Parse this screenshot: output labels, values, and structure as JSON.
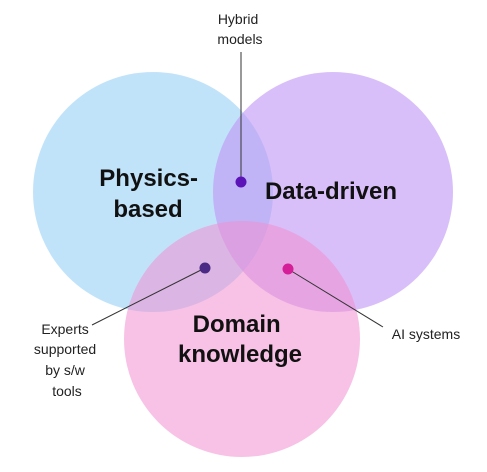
{
  "colors": {
    "physics": "#a9d8f8",
    "data": "#bf95f5",
    "domain": "#f08fcf",
    "dot_hybrid": "#5c14b8",
    "dot_experts": "#4a2a84",
    "dot_ai": "#d41f98"
  },
  "sets": {
    "physics": {
      "line1": "Physics-",
      "line2": "based"
    },
    "data": {
      "label": "Data-driven"
    },
    "domain": {
      "line1": "Domain",
      "line2": "knowledge"
    }
  },
  "callouts": {
    "hybrid": {
      "line1": "Hybrid",
      "line2": "models"
    },
    "experts": {
      "line1": "Experts",
      "line2": "supported",
      "line3": "by s/w",
      "line4": "tools"
    },
    "ai": {
      "label": "AI systems"
    }
  }
}
